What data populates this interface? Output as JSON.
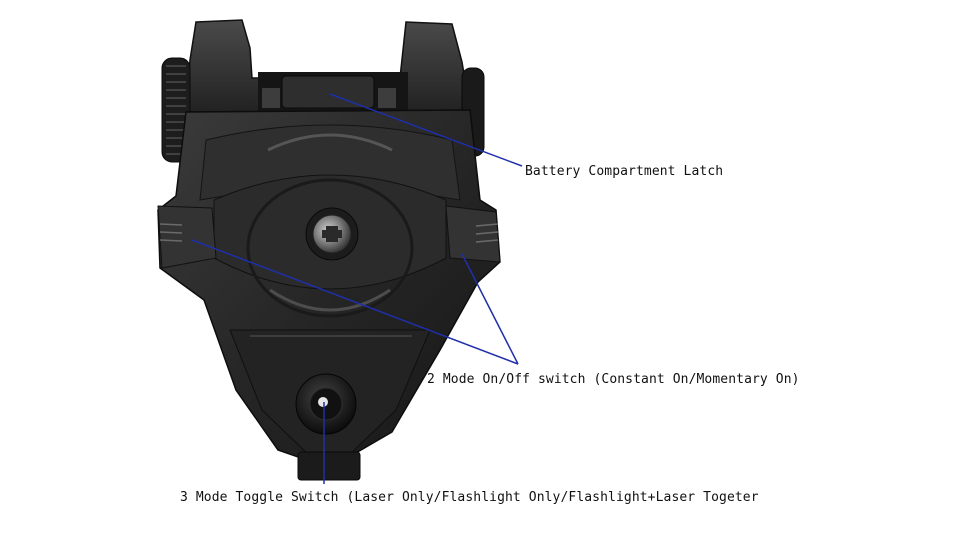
{
  "annotations": {
    "battery": {
      "text": "Battery Compartment Latch"
    },
    "mode_switch": {
      "text": "2 Mode On/Off switch (Constant On/Momentary On)"
    },
    "toggle_switch": {
      "text": "3 Mode Toggle Switch (Laser Only/Flashlight Only/Flashlight+Laser Togeter"
    }
  },
  "colors": {
    "leader_line": "#1f2fa8",
    "device_body": "#2a2a2a",
    "device_highlight": "#5a5a5a",
    "background": "#ffffff"
  }
}
